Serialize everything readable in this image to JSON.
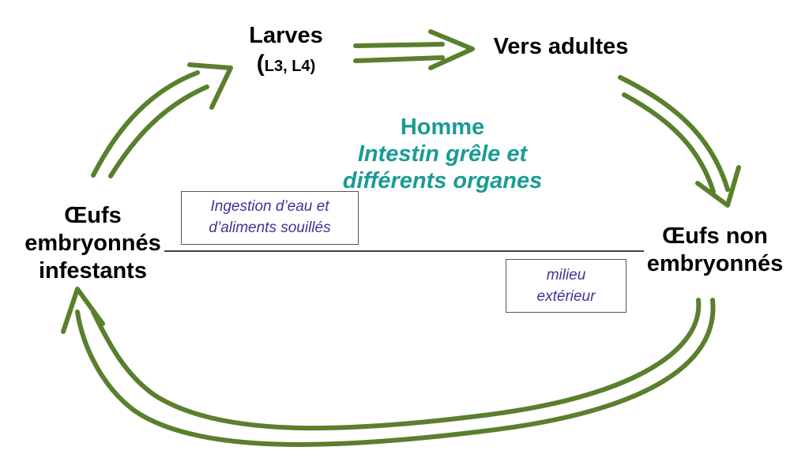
{
  "diagram": {
    "nodes": {
      "larves": {
        "title": "Larves",
        "stages": "L3, L4"
      },
      "adultes": {
        "title": "Vers adultes"
      },
      "oeufs_non": {
        "line1": "Œufs non",
        "line2": "embryonnés"
      },
      "oeufs_emb": {
        "line1": "Œufs",
        "line2": "embryonnés",
        "line3": "infestants"
      }
    },
    "center": {
      "host": "Homme",
      "organ_line1": "Intestin grêle et",
      "organ_line2": "différents organes"
    },
    "notes": {
      "ingestion": {
        "line1": "Ingestion d’eau et",
        "line2": "d’aliments souillés"
      },
      "milieu": {
        "line1": "milieu",
        "line2": "extérieur"
      }
    },
    "colors": {
      "arrow": "#5a7f2d",
      "center_text": "#1a9b95",
      "note_text": "#3c3595",
      "divider": "#000000"
    },
    "icons": [
      "double-arrow-icon"
    ]
  }
}
